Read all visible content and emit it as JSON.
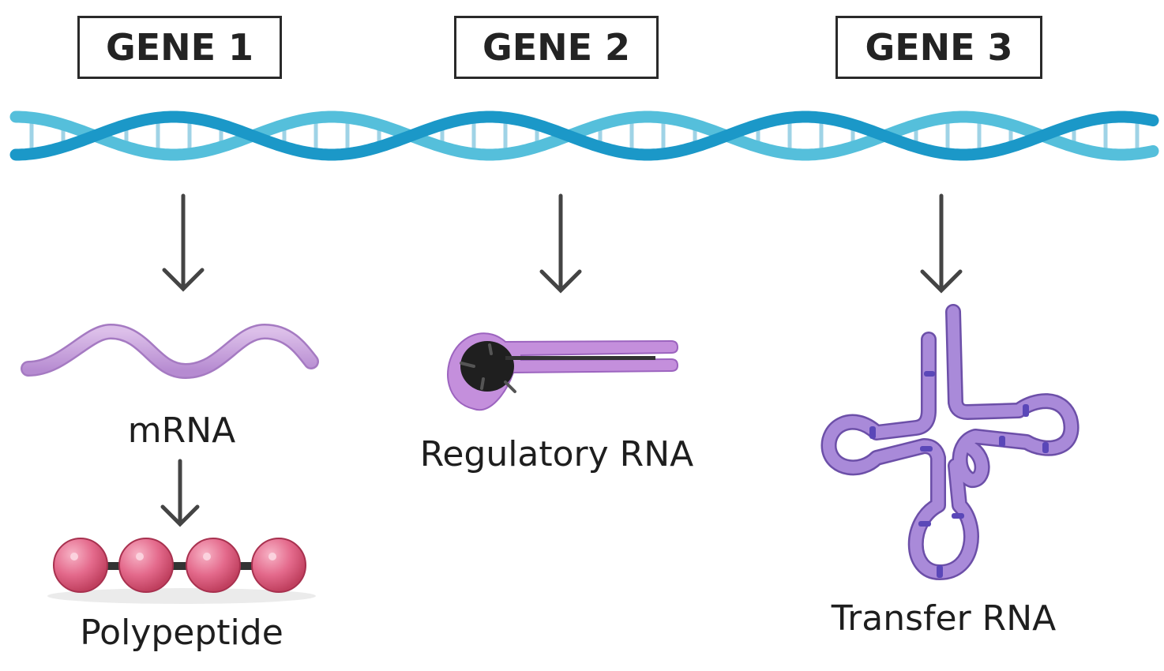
{
  "genes": [
    {
      "label": "GENE 1"
    },
    {
      "label": "GENE 2"
    },
    {
      "label": "GENE 3"
    }
  ],
  "products": {
    "mrna": "mRNA",
    "polypeptide": "Polypeptide",
    "regulatory_rna": "Regulatory RNA",
    "transfer_rna": "Transfer RNA"
  },
  "colors": {
    "dna_dark": "#1b98c8",
    "dna_light": "#55bfdb",
    "dna_rung": "#9fd3e6",
    "rna_purple": "#c39ad9",
    "trna_purple": "#9a78cf",
    "trna_mark": "#5a47b8",
    "bead_pink": "#e05a7e",
    "arrow": "#444444"
  }
}
